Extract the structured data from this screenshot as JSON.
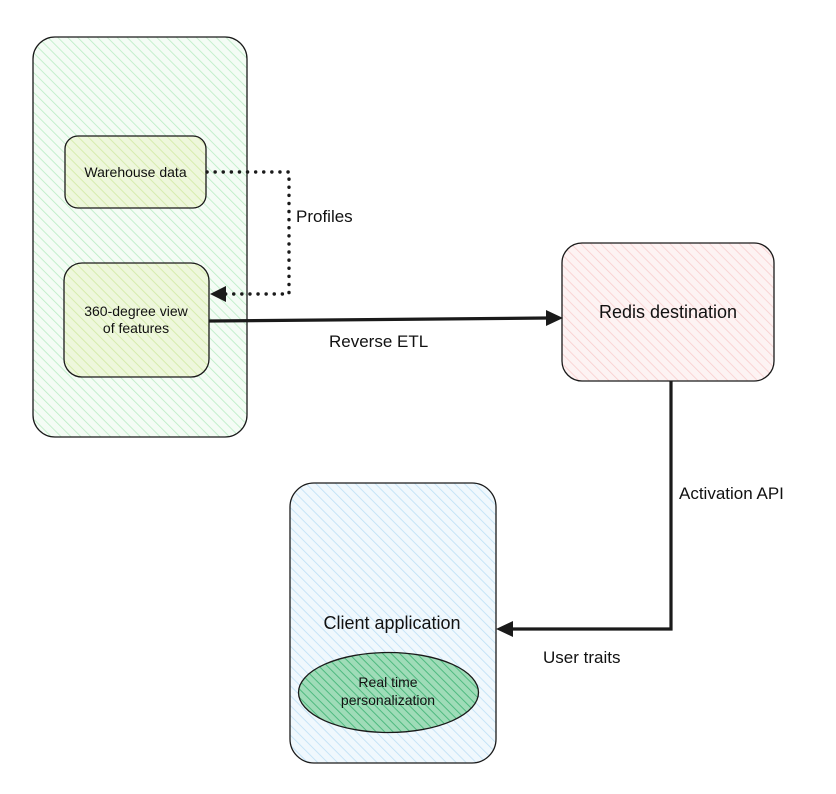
{
  "nodes": {
    "warehouse": {
      "label": "Warehouse data"
    },
    "features": {
      "line1": "360-degree view",
      "line2": "of features"
    },
    "redis": {
      "label": "Redis destination"
    },
    "client": {
      "label": "Client application"
    },
    "personalization": {
      "line1": "Real time",
      "line2": "personalization"
    }
  },
  "edges": {
    "profiles": {
      "label": "Profiles"
    },
    "reverse_etl": {
      "label": "Reverse ETL"
    },
    "activation_api": {
      "label": "Activation API"
    },
    "user_traits": {
      "label": "User traits"
    }
  },
  "colors": {
    "warehouse_group_fill": "#b9ecc4",
    "inner_box_fill": "#d6ecae",
    "redis_fill": "#f8cdcd",
    "client_fill": "#bcdff5",
    "ellipse_fill": "#4fba80",
    "stroke": "#1a1a1a"
  }
}
